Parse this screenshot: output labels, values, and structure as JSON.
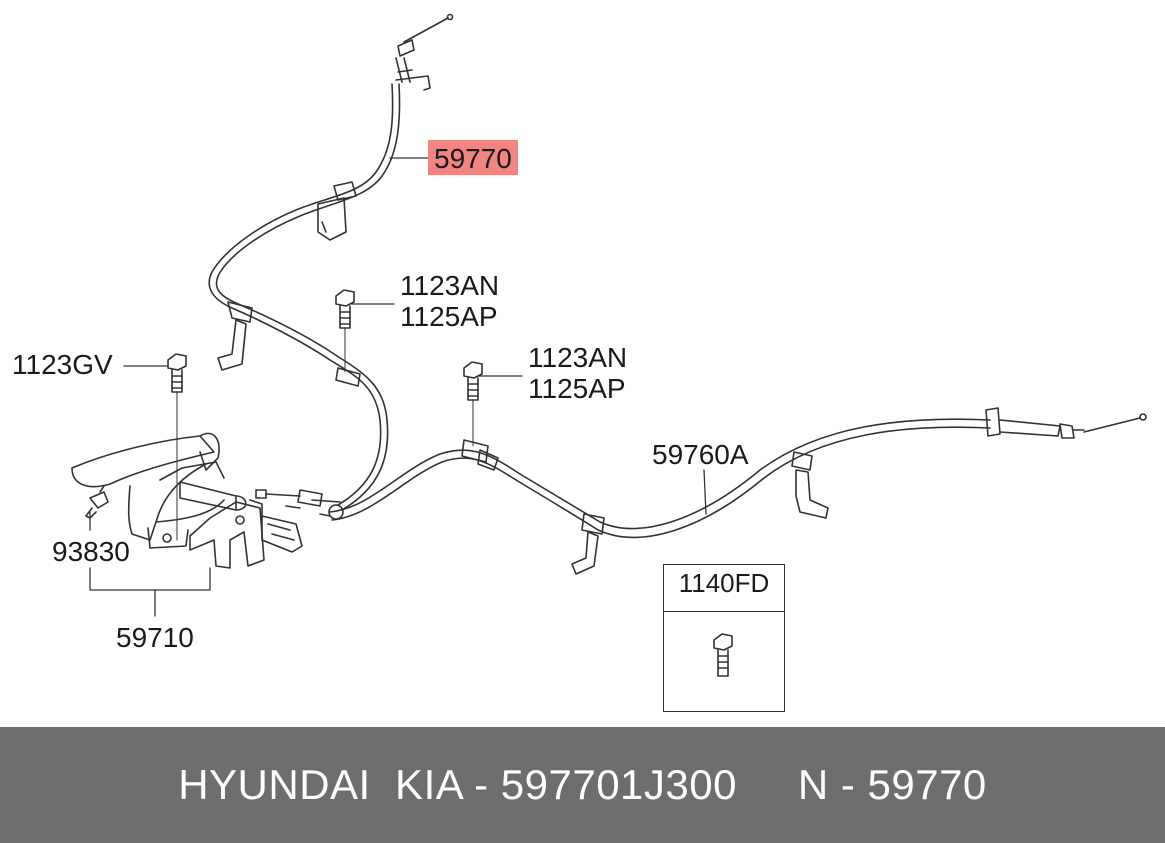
{
  "labels": {
    "cable_59770": "59770",
    "bolt_center_1": "1123AN",
    "bolt_center_2": "1125AP",
    "bolt_right_1": "1123AN",
    "bolt_right_2": "1125AP",
    "bolt_left": "1123GV",
    "clip": "93830",
    "lever_assembly": "59710",
    "cable_59760a": "59760A",
    "inset_part": "1140FD"
  },
  "colors": {
    "highlight": "#f28482",
    "footer_bg": "#6d6d6d",
    "footer_text": "#ffffff",
    "line": "#333333"
  },
  "footer": {
    "text": "HYUNDAI  KIA - 597701J300     N - 59770"
  }
}
